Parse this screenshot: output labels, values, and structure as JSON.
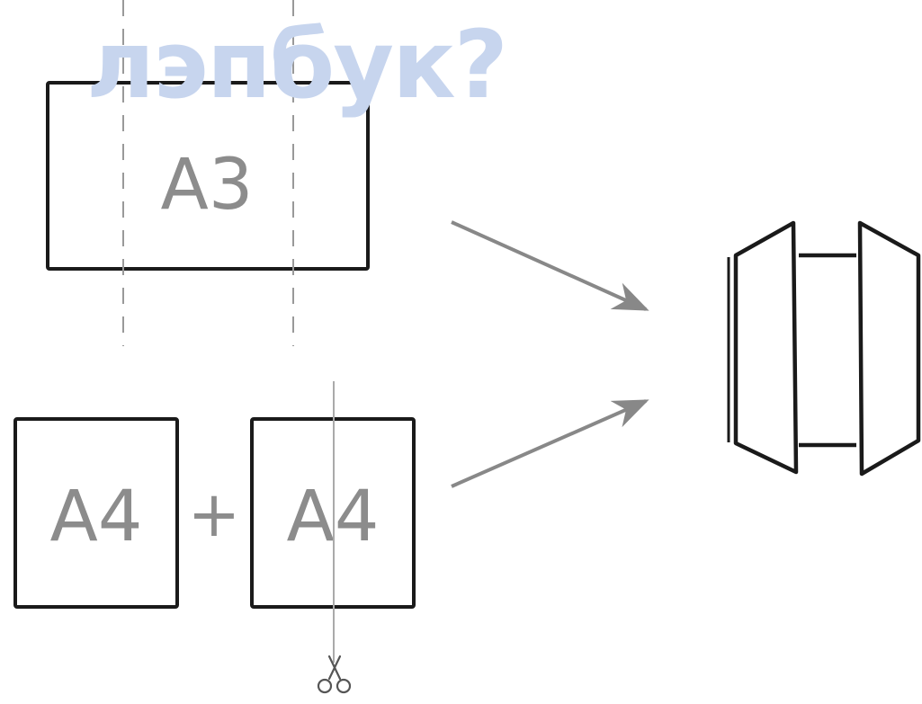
{
  "title": "лэпбук?",
  "colors": {
    "title": "#c7d5ee",
    "outline": "#1a1a1a",
    "label": "#8c8c8c",
    "arrow": "#888888"
  },
  "sheets": {
    "a3_label": "A3",
    "a4_left_label": "A4",
    "plus": "+",
    "a4_right_label": "A4"
  },
  "icons": {
    "cut": "scissors-icon",
    "result": "folded-lapbook-icon"
  }
}
